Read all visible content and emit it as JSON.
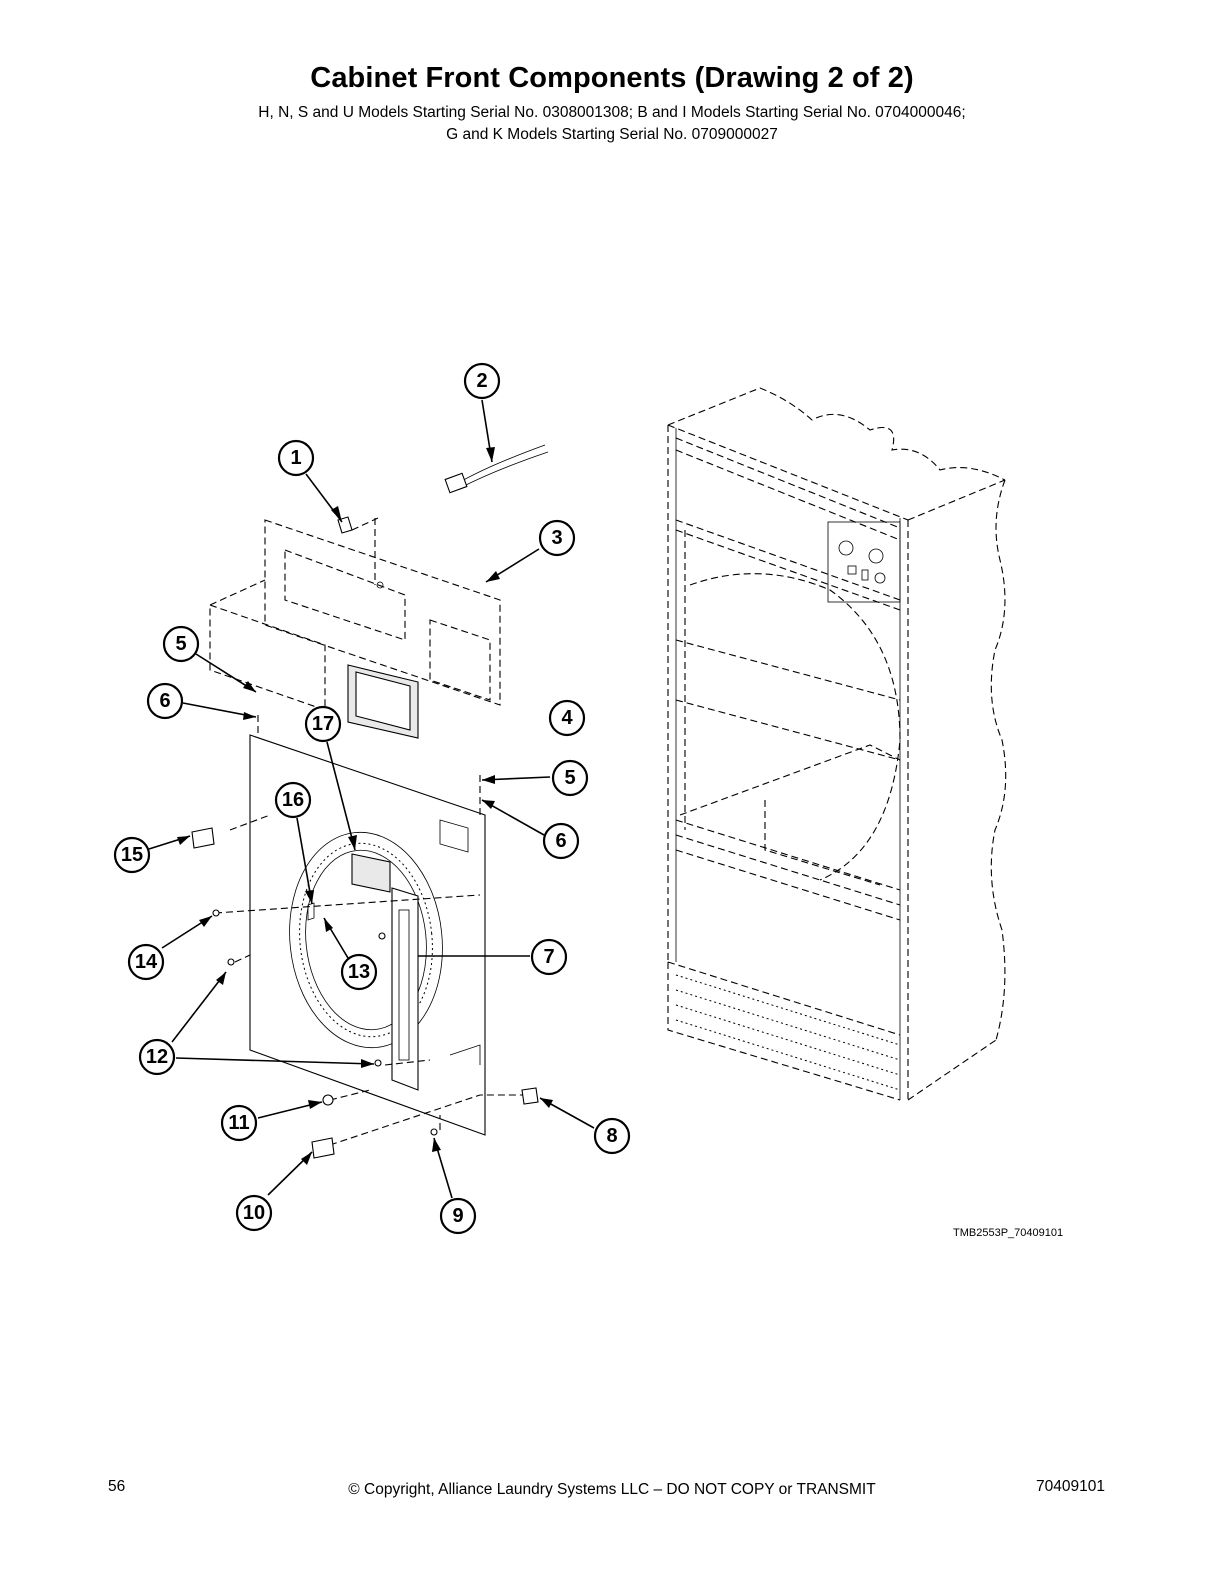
{
  "header": {
    "title": "Cabinet Front Components (Drawing 2 of 2)",
    "subtitle_line1": "H, N, S and U Models Starting Serial No. 0308001308; B and I Models Starting Serial No. 0704000046;",
    "subtitle_line2": "G and K Models Starting Serial No. 0709000027"
  },
  "diagram": {
    "callouts": [
      "1",
      "2",
      "3",
      "4",
      "5",
      "6",
      "17",
      "5",
      "6",
      "16",
      "15",
      "14",
      "13",
      "7",
      "12",
      "11",
      "8",
      "10",
      "9"
    ],
    "drawing_code": "TMB2553P_70409101"
  },
  "footer": {
    "page_number": "56",
    "copyright": "© Copyright, Alliance Laundry Systems LLC – DO NOT COPY or TRANSMIT",
    "document_number": "70409101"
  }
}
